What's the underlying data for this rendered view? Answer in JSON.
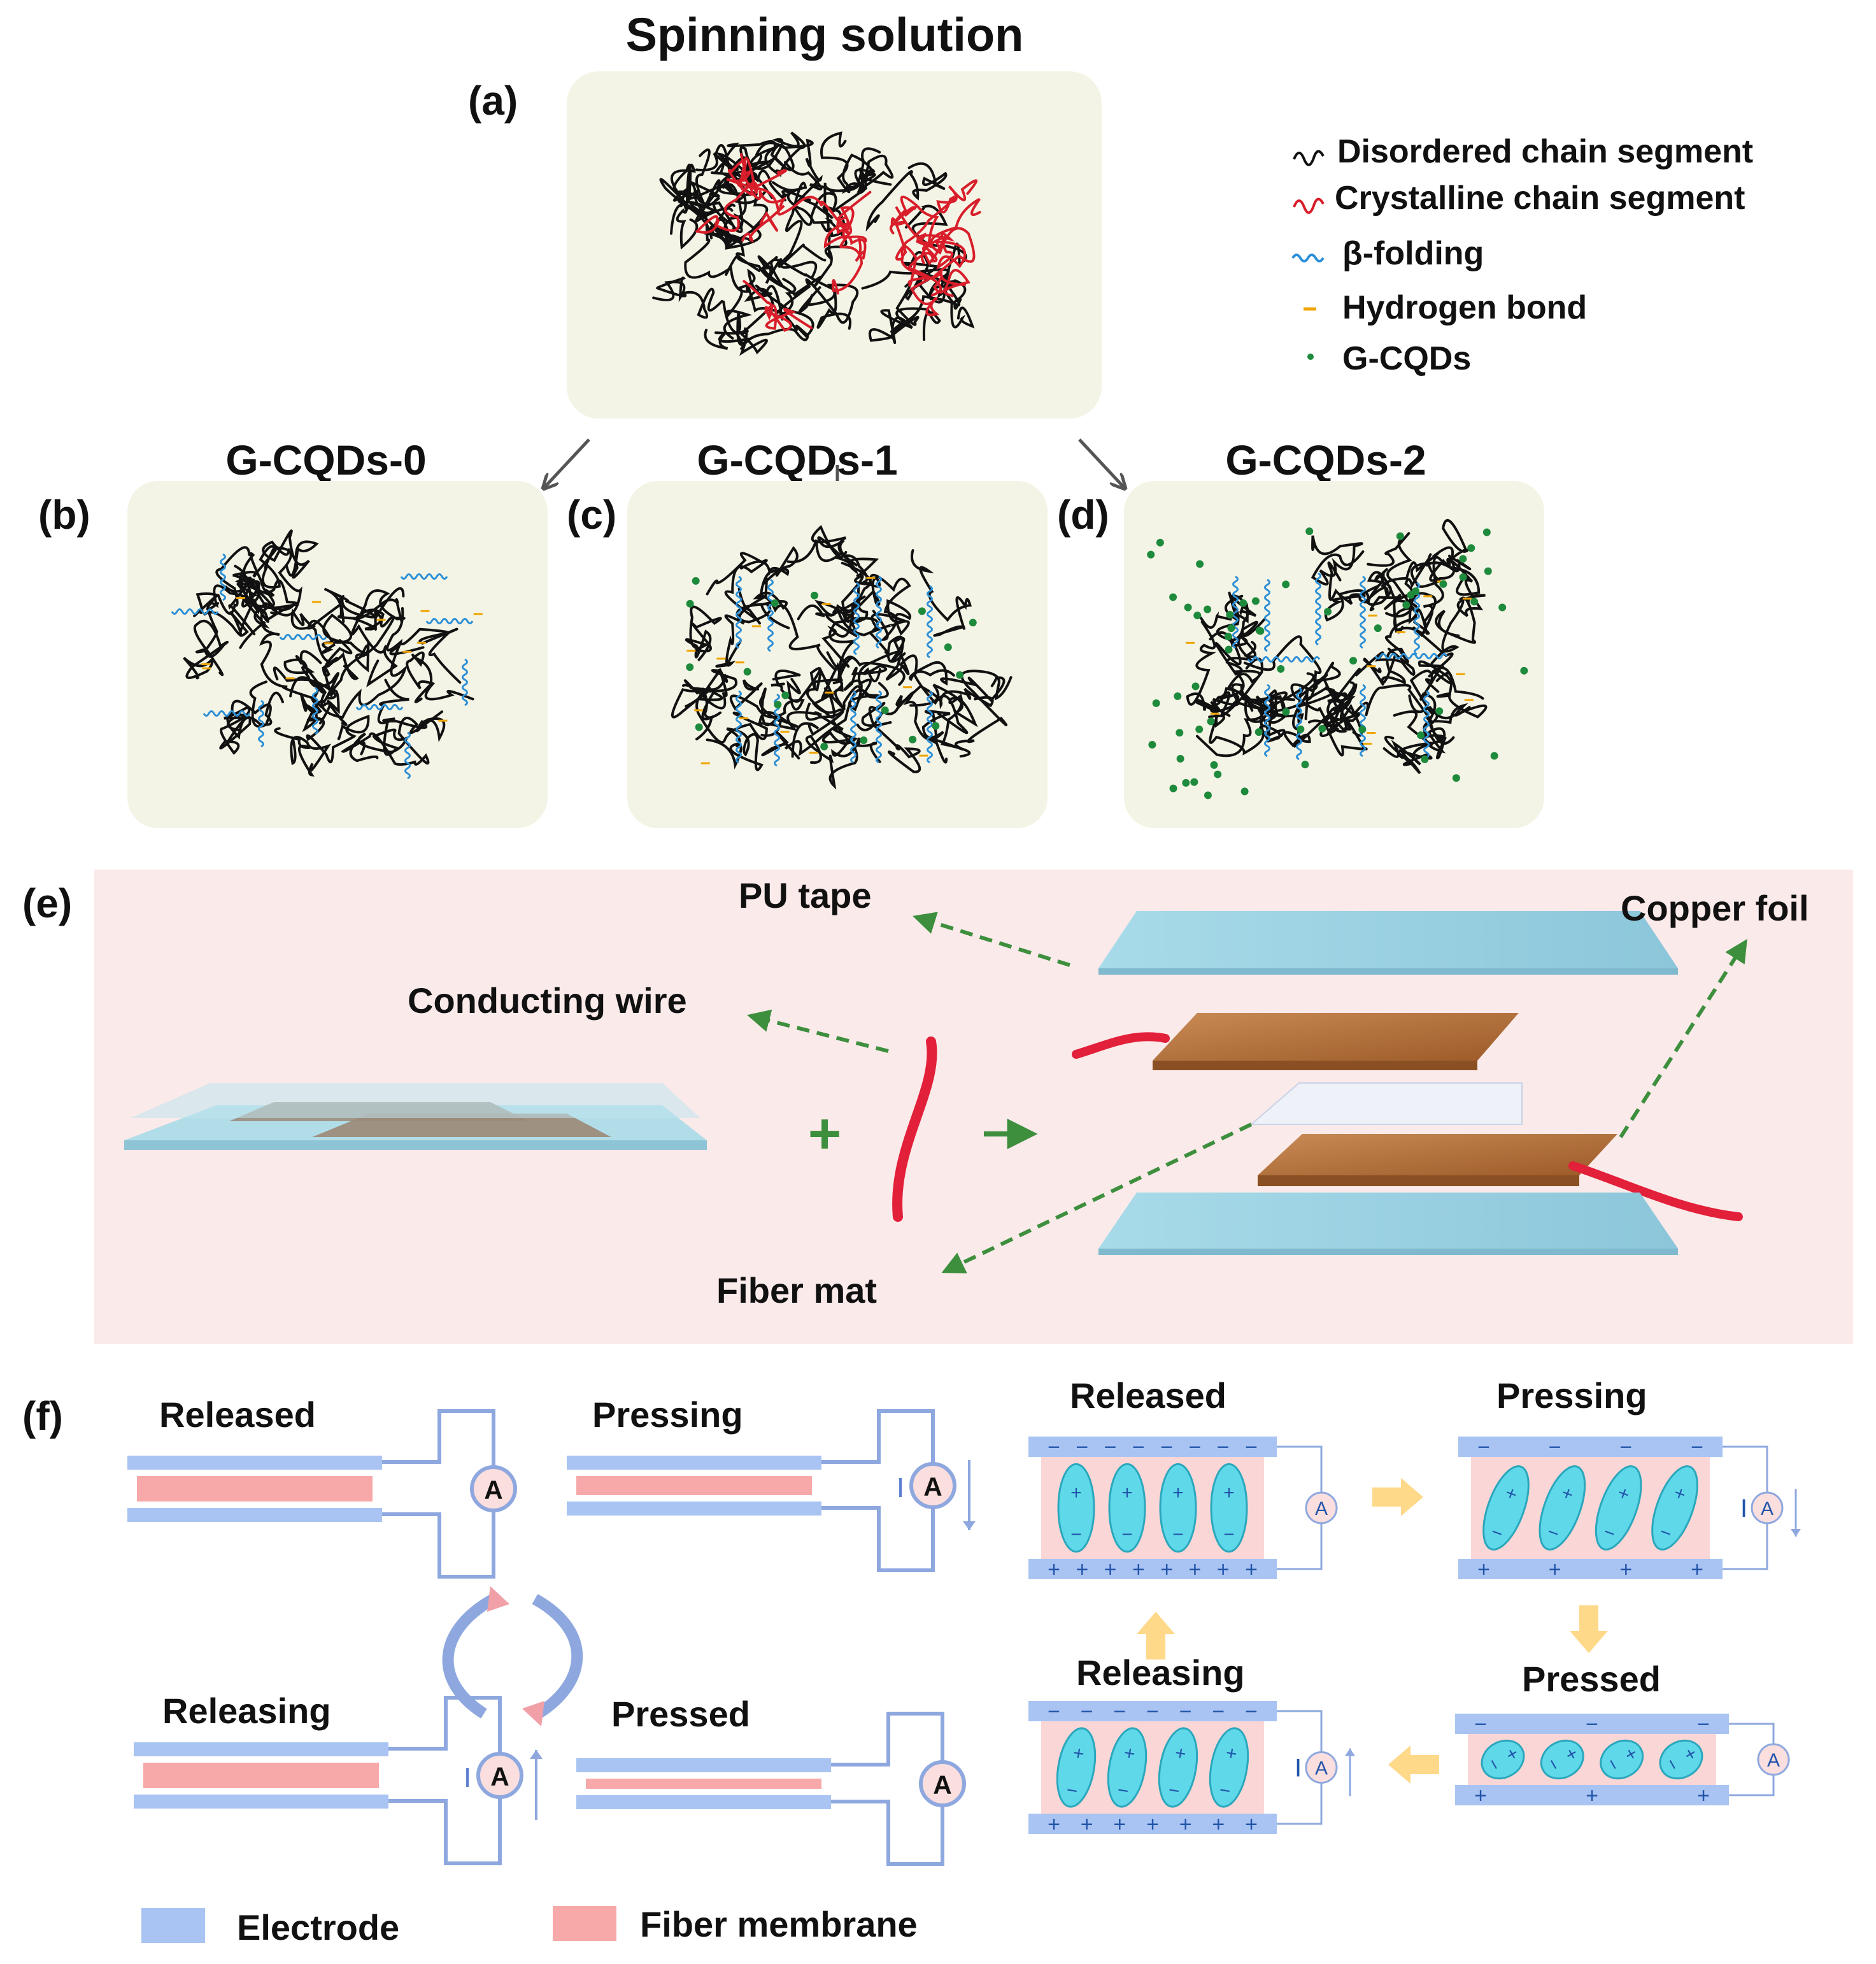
{
  "panel_a": {
    "label": "(a)",
    "title": "Spinning solution"
  },
  "legend": {
    "items": [
      {
        "text": "Disordered chain segment",
        "icon": "black-chain-icon",
        "color": "#111111"
      },
      {
        "text": "Crystalline chain segment",
        "icon": "red-chain-icon",
        "color": "#d81e2a"
      },
      {
        "text": "β-folding",
        "icon": "blue-wave-icon",
        "color": "#2b8fd6"
      },
      {
        "text": "Hydrogen bond",
        "icon": "orange-dash-icon",
        "color": "#f0a500"
      },
      {
        "text": "G-CQDs",
        "icon": "green-dot-icon",
        "color": "#1e8a3c"
      }
    ]
  },
  "panels_bcd": [
    {
      "label": "(b)",
      "title": "G-CQDs-0"
    },
    {
      "label": "(c)",
      "title": "G-CQDs-1"
    },
    {
      "label": "(d)",
      "title": "G-CQDs-2"
    }
  ],
  "panel_e": {
    "label": "(e)",
    "pu_tape": "PU tape",
    "conducting_wire": "Conducting wire",
    "copper_foil": "Copper foil",
    "fiber_mat": "Fiber mat",
    "plus": "+"
  },
  "panel_f": {
    "label": "(f)",
    "left_states": [
      "Released",
      "Pressing",
      "Releasing",
      "Pressed"
    ],
    "right_states": [
      "Released",
      "Pressing",
      "Releasing",
      "Pressed"
    ],
    "ammeter": "A",
    "current_mark": "I",
    "minus": "−",
    "plus": "+"
  },
  "bottom_legend": {
    "electrode": "Electrode",
    "fiber_membrane": "Fiber membrane"
  },
  "colors": {
    "panel_bg": "#f4f4e6",
    "pink_bg": "#fbeaea",
    "electrode": "#a9c4f2",
    "membrane": "#f7a9a9",
    "dipole": "#5fd9ea",
    "copper": "#b8733a",
    "tape": "#9fd3e3",
    "arrow_green": "#3d8f3d",
    "arrow_yellow": "#ffd98a"
  }
}
